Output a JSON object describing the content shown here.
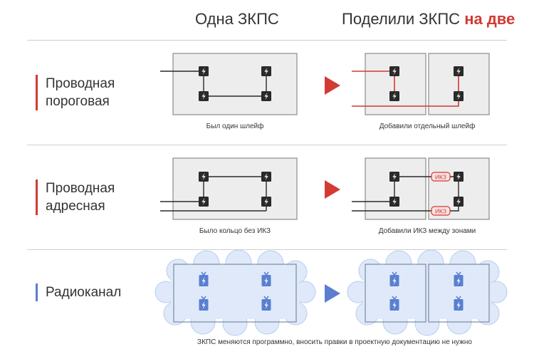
{
  "header": {
    "left_title": "Одна ЗКПС",
    "right_title_prefix": "Поделили ЗКПС ",
    "right_title_accent": "на две"
  },
  "colors": {
    "accent_red": "#d23a33",
    "radio_blue": "#5a7fd0",
    "panel_fill": "#ededed",
    "cloud_fill": "#dfe9fa"
  },
  "rows": [
    {
      "id": "wired-threshold",
      "label_line1": "Проводная",
      "label_line2": "пороговая",
      "bar_color": "#d23a33",
      "caption_left": "Был один шлейф",
      "caption_right": "Добавили отдельный шлейф"
    },
    {
      "id": "wired-addressable",
      "label_line1": "Проводная",
      "label_line2": "адресная",
      "bar_color": "#d23a33",
      "caption_left": "Было кольцо без ИКЗ",
      "caption_right": "Добавили ИКЗ между зонами",
      "ikz_label": "ИКЗ"
    },
    {
      "id": "radio",
      "label_line1": "Радиоканал",
      "bar_color": "#5a7fd0",
      "caption_bottom": "ЗКПС меняются программно, вносить правки в проектную документацию не нужно"
    }
  ]
}
